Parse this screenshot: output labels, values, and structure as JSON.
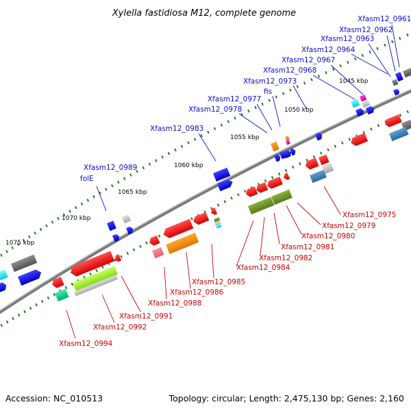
{
  "title": "Xylella fastidiosa M12, complete genome",
  "footer": {
    "accession": "Accession: NC_010513",
    "summary": "Topology: circular; Length: 2,475,130 bp; Genes: 2,160"
  },
  "ticks": [
    "1045 kbp",
    "1050 kbp",
    "1055 kbp",
    "1060 kbp",
    "1065 kbp",
    "1070 kbp",
    "1075 kbp"
  ],
  "genes_top": [
    "Xfasm12_0961",
    "Xfasm12_0962",
    "Xfasm12_0963",
    "Xfasm12_0964",
    "Xfasm12_0967",
    "Xfasm12_0968",
    "Xfasm12_0973",
    "fis",
    "Xfasm12_0977",
    "Xfasm12_0978",
    "Xfasm12_0983",
    "Xfasm12_0989",
    "folE"
  ],
  "genes_bottom": [
    "Xfasm12_0975",
    "Xfasm12_0979",
    "Xfasm12_0980",
    "Xfasm12_0981",
    "Xfasm12_0982",
    "Xfasm12_0984",
    "Xfasm12_0985",
    "Xfasm12_0986",
    "Xfasm12_0988",
    "Xfasm12_0991",
    "Xfasm12_0992",
    "Xfasm12_0994"
  ],
  "colors": {
    "forward_gene_label": "#0b0bd2",
    "reverse_gene_label": "#d00000",
    "backbone": "#808080",
    "tick_mark": "#1a7a1a"
  }
}
